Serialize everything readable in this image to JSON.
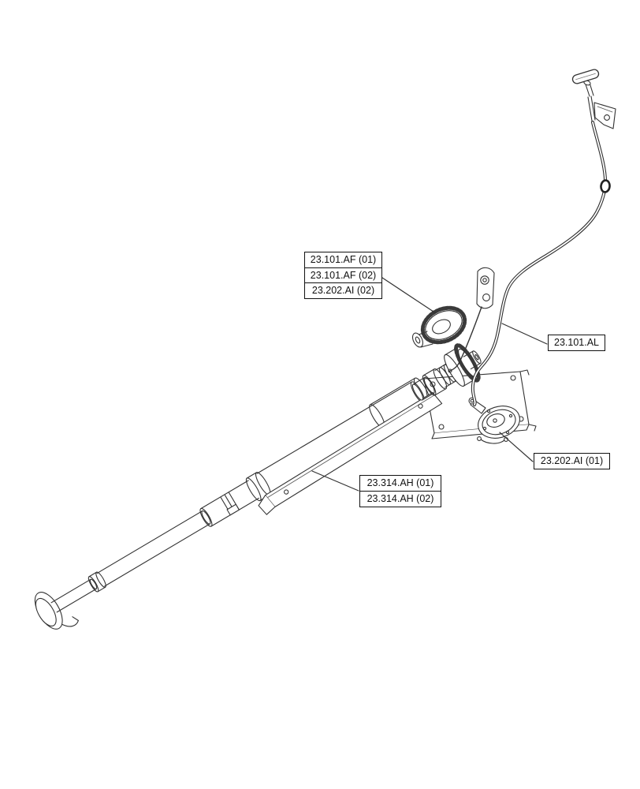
{
  "colors": {
    "background": "#ffffff",
    "line": "#333333",
    "text": "#111111"
  },
  "callouts": [
    {
      "lines": [
        "23.101.AF (01)",
        "23.101.AF (02)",
        "23.202.AI (02)"
      ]
    },
    {
      "lines": [
        "23.101.AL"
      ]
    },
    {
      "lines": [
        "23.202.AI (01)"
      ]
    },
    {
      "lines": [
        "23.314.AH (01)",
        "23.314.AH (02)"
      ]
    }
  ]
}
